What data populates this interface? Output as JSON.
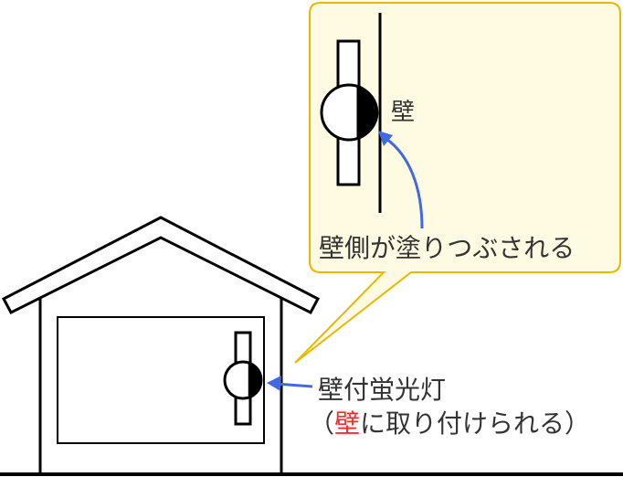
{
  "callout": {
    "wall_label": "壁",
    "caption": "壁側が塗りつぶされる"
  },
  "fixture_label": {
    "line1": "壁付蛍光灯",
    "line2_open": "（",
    "line2_highlight": "壁",
    "line2_rest": "に取り付けられる）"
  },
  "colors": {
    "callout_fill": "#fffbe3",
    "callout_border": "#e8b800",
    "arrow": "#4169e1",
    "highlight": "#ff2a2a",
    "line": "#000000"
  }
}
